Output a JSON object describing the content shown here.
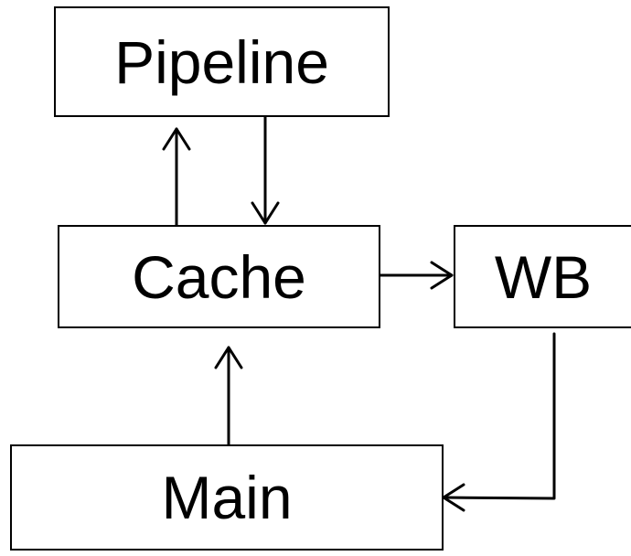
{
  "nodes": {
    "pipeline": "Pipeline",
    "cache": "Cache",
    "wb": "WB",
    "main": "Main"
  },
  "edges": [
    {
      "from": "Cache",
      "to": "Pipeline"
    },
    {
      "from": "Pipeline",
      "to": "Cache"
    },
    {
      "from": "Cache",
      "to": "WB"
    },
    {
      "from": "Main",
      "to": "Cache"
    },
    {
      "from": "WB",
      "to": "Main"
    }
  ],
  "colors": {
    "stroke": "#000000",
    "background": "#ffffff"
  }
}
